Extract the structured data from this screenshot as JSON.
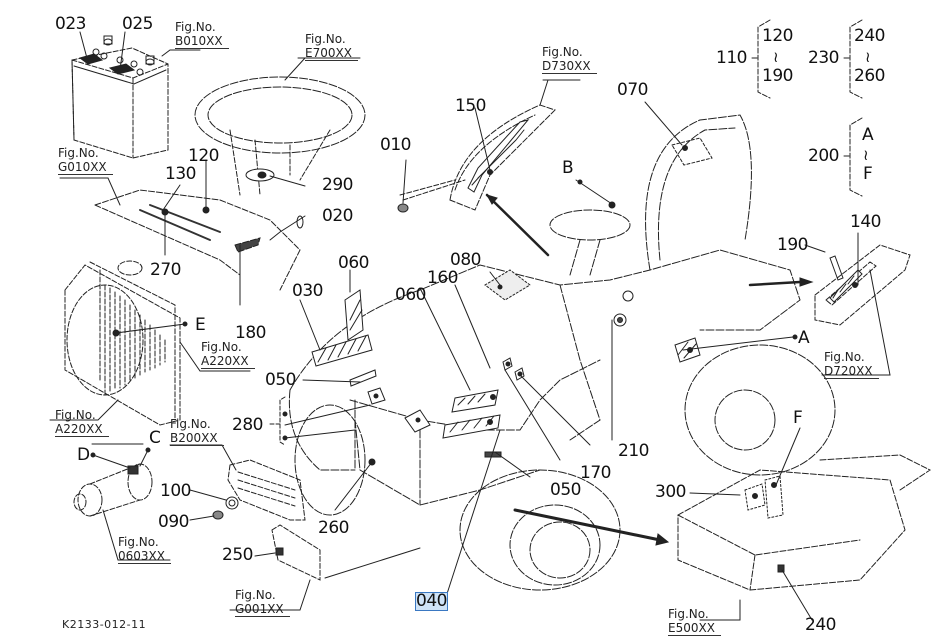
{
  "diagram": {
    "drawing_code": "K2133-012-11",
    "selected_callout": "040",
    "callouts": {
      "c023": "023",
      "c025": "025",
      "c120": "120",
      "c130": "130",
      "c290": "290",
      "c020": "020",
      "c270": "270",
      "c180": "180",
      "c010": "010",
      "c150": "150",
      "c070": "070",
      "c060a": "060",
      "c080": "080",
      "c160": "160",
      "c060b": "060",
      "c030": "030",
      "c050a": "050",
      "c280": "280",
      "c100": "100",
      "c090": "090",
      "c250": "250",
      "c260": "260",
      "c040": "040",
      "c050b": "050",
      "c170": "170",
      "c210": "210",
      "c190": "190",
      "c140": "140",
      "c300": "300",
      "c240": "240",
      "E": "E",
      "C": "C",
      "D": "D",
      "B": "B",
      "A": "A",
      "F": "F"
    },
    "fig_refs": {
      "battery": {
        "label": "Fig.No.",
        "number": "B010XX"
      },
      "steering": {
        "label": "Fig.No.",
        "number": "E700XX"
      },
      "dash": {
        "label": "Fig.No.",
        "number": "G010XX"
      },
      "fender": {
        "label": "Fig.No.",
        "number": "D730XX"
      },
      "radiator_a": {
        "label": "Fig.No.",
        "number": "A220XX"
      },
      "radiator_b": {
        "label": "Fig.No.",
        "number": "A220XX"
      },
      "grille": {
        "label": "Fig.No.",
        "number": "B200XX"
      },
      "aircleaner": {
        "label": "Fig.No.",
        "number": "0603XX"
      },
      "guard": {
        "label": "Fig.No.",
        "number": "G001XX"
      },
      "lever": {
        "label": "Fig.No.",
        "number": "D720XX"
      },
      "deck": {
        "label": "Fig.No.",
        "number": "E500XX"
      }
    },
    "groups": [
      {
        "parent": "110",
        "from": "120",
        "to": "190"
      },
      {
        "parent": "230",
        "from": "240",
        "to": "260"
      },
      {
        "parent": "200",
        "from": "A",
        "to": "F"
      }
    ],
    "range_symbol": "≀"
  }
}
